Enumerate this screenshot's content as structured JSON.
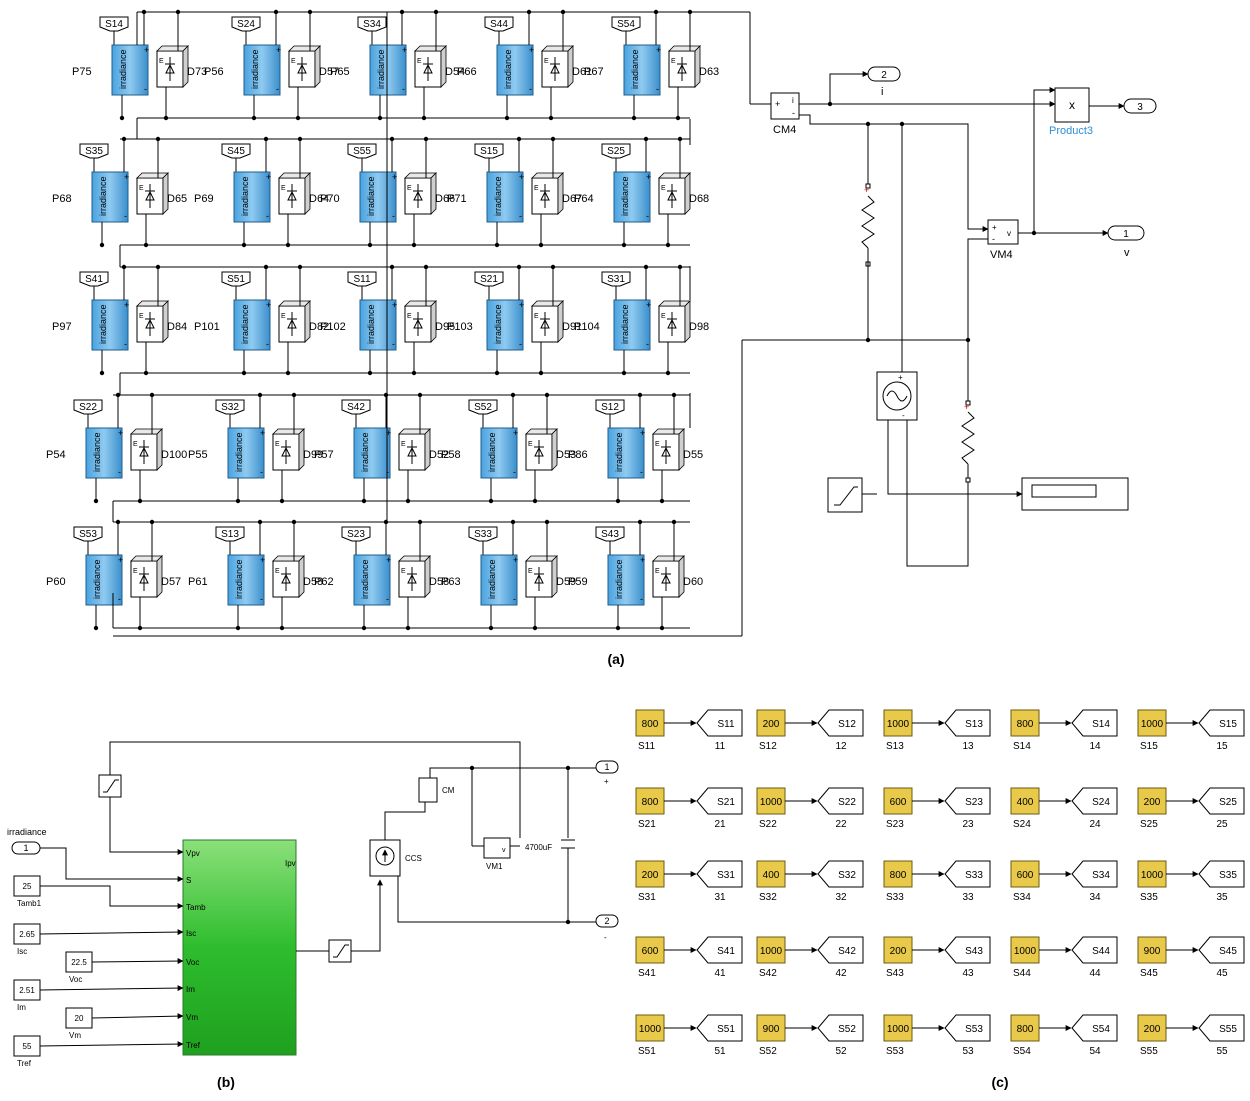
{
  "figures": [
    {
      "id": "a",
      "caption": "(a)"
    },
    {
      "id": "b",
      "caption": "(b)"
    },
    {
      "id": "c",
      "caption": "(c)"
    }
  ],
  "array_a": {
    "module_label": "irradiance",
    "rows": [
      {
        "tags": [
          "S14",
          "S24",
          "S34",
          "S44",
          "S54"
        ],
        "blocks": [
          "P75",
          "P56",
          "P65",
          "P66",
          "P67"
        ],
        "diodes": [
          "D73",
          "D57",
          "D54",
          "D61",
          "D63"
        ]
      },
      {
        "tags": [
          "S35",
          "S45",
          "S55",
          "S15",
          "S25"
        ],
        "blocks": [
          "P68",
          "P69",
          "P70",
          "P71",
          "P64"
        ],
        "diodes": [
          "D65",
          "D64",
          "D66",
          "D67",
          "D68"
        ]
      },
      {
        "tags": [
          "S41",
          "S51",
          "S11",
          "S21",
          "S31"
        ],
        "blocks": [
          "P97",
          "P101",
          "P102",
          "P103",
          "P104"
        ],
        "diodes": [
          "D84",
          "D82",
          "D95",
          "D91",
          "D98"
        ]
      },
      {
        "tags": [
          "S22",
          "S32",
          "S42",
          "S52",
          "S12"
        ],
        "blocks": [
          "P54",
          "P55",
          "P57",
          "P58",
          "P86"
        ],
        "diodes": [
          "D100",
          "D99",
          "D52",
          "D53",
          "D55"
        ]
      },
      {
        "tags": [
          "S53",
          "S13",
          "S23",
          "S33",
          "S43"
        ],
        "blocks": [
          "P60",
          "P61",
          "P62",
          "P63",
          "P59"
        ],
        "diodes": [
          "D57",
          "D58",
          "D58",
          "D59",
          "D60"
        ]
      }
    ],
    "current_meter": {
      "name": "CM4",
      "plus": "+",
      "port": "i",
      "minus": "-"
    },
    "voltage_meter": {
      "name": "VM4",
      "plus": "+",
      "minus": "-",
      "port": "v"
    },
    "product": {
      "name": "Product3",
      "symbol": "x"
    },
    "outports": [
      {
        "num": "2",
        "label": "i"
      },
      {
        "num": "3",
        "label": ""
      },
      {
        "num": "1",
        "label": "v"
      }
    ],
    "resistor_mark": "+",
    "source_marks": {
      "plus": "+",
      "minus": "-"
    }
  },
  "pv_model_b": {
    "inport": {
      "num": "1",
      "label": "irradiance"
    },
    "constants": [
      {
        "value": "25",
        "name": "Tamb1"
      },
      {
        "value": "2.65",
        "name": "Isc"
      },
      {
        "value": "22.5",
        "name": "Voc"
      },
      {
        "value": "2.51",
        "name": "Im"
      },
      {
        "value": "20",
        "name": "Vm"
      },
      {
        "value": "55",
        "name": "Tref"
      }
    ],
    "subsystem_inputs": [
      "Vpv",
      "S",
      "Tamb",
      "Isc",
      "Voc",
      "Im",
      "Vm",
      "Tref"
    ],
    "subsystem_output": "Ipv",
    "ccs": "CCS",
    "cm": "CM",
    "vm": "VM1",
    "vm_port": "v",
    "capacitor": "4700uF",
    "outports": [
      {
        "num": "1",
        "label": "+"
      },
      {
        "num": "2",
        "label": "-"
      }
    ]
  },
  "irradiance_table_c": {
    "rows": [
      [
        {
          "value": "800",
          "name": "S11",
          "tag": "S11",
          "num": "11"
        },
        {
          "value": "200",
          "name": "S12",
          "tag": "S12",
          "num": "12"
        },
        {
          "value": "1000",
          "name": "S13",
          "tag": "S13",
          "num": "13"
        },
        {
          "value": "800",
          "name": "S14",
          "tag": "S14",
          "num": "14"
        },
        {
          "value": "1000",
          "name": "S15",
          "tag": "S15",
          "num": "15"
        }
      ],
      [
        {
          "value": "800",
          "name": "S21",
          "tag": "S21",
          "num": "21"
        },
        {
          "value": "1000",
          "name": "S22",
          "tag": "S22",
          "num": "22"
        },
        {
          "value": "600",
          "name": "S23",
          "tag": "S23",
          "num": "23"
        },
        {
          "value": "400",
          "name": "S24",
          "tag": "S24",
          "num": "24"
        },
        {
          "value": "200",
          "name": "S25",
          "tag": "S25",
          "num": "25"
        }
      ],
      [
        {
          "value": "200",
          "name": "S31",
          "tag": "S31",
          "num": "31"
        },
        {
          "value": "400",
          "name": "S32",
          "tag": "S32",
          "num": "32"
        },
        {
          "value": "800",
          "name": "S33",
          "tag": "S33",
          "num": "33"
        },
        {
          "value": "600",
          "name": "S34",
          "tag": "S34",
          "num": "34"
        },
        {
          "value": "1000",
          "name": "S35",
          "tag": "S35",
          "num": "35"
        }
      ],
      [
        {
          "value": "600",
          "name": "S41",
          "tag": "S41",
          "num": "41"
        },
        {
          "value": "1000",
          "name": "S42",
          "tag": "S42",
          "num": "42"
        },
        {
          "value": "200",
          "name": "S43",
          "tag": "S43",
          "num": "43"
        },
        {
          "value": "1000",
          "name": "S44",
          "tag": "S44",
          "num": "44"
        },
        {
          "value": "900",
          "name": "S45",
          "tag": "S45",
          "num": "45"
        }
      ],
      [
        {
          "value": "1000",
          "name": "S51",
          "tag": "S51",
          "num": "51"
        },
        {
          "value": "900",
          "name": "S52",
          "tag": "S52",
          "num": "52"
        },
        {
          "value": "1000",
          "name": "S53",
          "tag": "S53",
          "num": "53"
        },
        {
          "value": "800",
          "name": "S54",
          "tag": "S54",
          "num": "54"
        },
        {
          "value": "200",
          "name": "S55",
          "tag": "S55",
          "num": "55"
        }
      ]
    ]
  }
}
